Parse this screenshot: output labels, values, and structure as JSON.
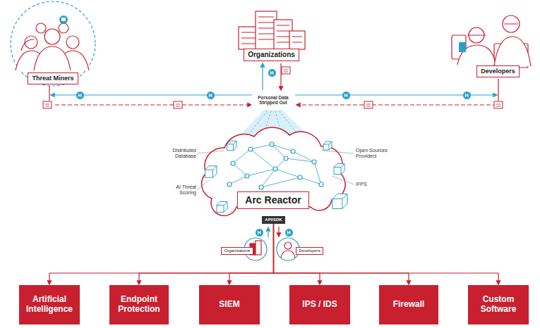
{
  "diagram": {
    "nodes": [
      {
        "text": [
          "Threat Miners"
        ]
      },
      {
        "text": [
          "Organizations"
        ]
      },
      {
        "text": [
          "Developers"
        ]
      },
      {
        "text": [
          "Arc Reactor"
        ]
      },
      {
        "text": [
          "API/SDK"
        ]
      },
      {
        "text": [
          "Organizations"
        ]
      },
      {
        "text": [
          "Developers"
        ]
      },
      {
        "text": [
          "Artificial Intelligence"
        ]
      },
      {
        "text": [
          "Endpoint Protection"
        ]
      },
      {
        "text": [
          "SIEM"
        ]
      },
      {
        "text": [
          "IPS / IDS"
        ]
      },
      {
        "text": [
          "Firewall"
        ]
      },
      {
        "text": [
          "Custom Software"
        ]
      }
    ],
    "edges": [
      {
        "from": 4,
        "to": 7,
        "arrow": "to"
      },
      {
        "from": 4,
        "to": 8,
        "arrow": "to"
      },
      {
        "from": 4,
        "to": 9,
        "arrow": "to"
      },
      {
        "from": 4,
        "to": 10,
        "arrow": "to"
      },
      {
        "from": 4,
        "to": 11,
        "arrow": "to"
      },
      {
        "from": 4,
        "to": 12,
        "arrow": "to"
      }
    ],
    "labels": [
      "Personal Data Stripped Out",
      "Distributed Database",
      "Open Sources Providers",
      "AI Threat Scoring",
      "IFPS",
      "H",
      "H",
      "H",
      "H",
      "H",
      "H",
      "H"
    ]
  }
}
